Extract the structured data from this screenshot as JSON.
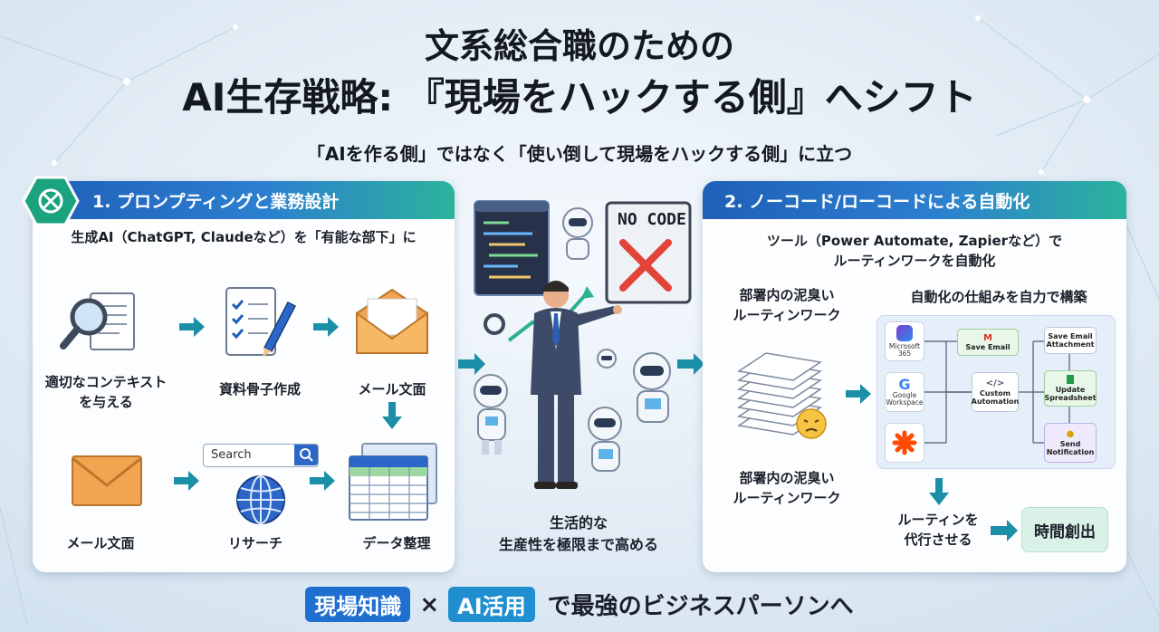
{
  "title": {
    "line1": "文系総合職のための",
    "line2": "AI生存戦略: 『現場をハックする側』へシフト",
    "subtitle": "「AIを作る側」ではなく「使い倒して現場をハックする側」に立つ"
  },
  "panel1": {
    "header": "1. プロンプティングと業務設計",
    "intro": "生成AI（ChatGPT, Claudeなど）を「有能な部下」に",
    "items": [
      {
        "label": "適切なコンテキスト\nを与える",
        "icon": "magnifier-document-icon"
      },
      {
        "label": "資料骨子作成",
        "icon": "checklist-pencil-icon"
      },
      {
        "label": "メール文面",
        "icon": "open-envelope-icon"
      },
      {
        "label": "メール文面",
        "icon": "envelope-icon"
      },
      {
        "label": "リサーチ",
        "icon": "globe-search-icon"
      },
      {
        "label": "データ整理",
        "icon": "spreadsheet-icon"
      }
    ],
    "search_placeholder": "Search"
  },
  "center": {
    "no_code_sign": "NO CODE",
    "caption_line1": "生活的な",
    "caption_line2": "生産性を極限まで高める"
  },
  "panel2": {
    "header": "2. ノーコード/ローコードによる自動化",
    "intro_line1": "ツール（Power Automate, Zapierなど）で",
    "intro_line2": "ルーティンワークを自動化",
    "left_label_top": "部署内の泥臭い\nルーティンワーク",
    "left_label_bottom": "部署内の泥臭い\nルーティンワーク",
    "flow_title": "自動化の仕組みを自力で構築",
    "services": [
      "Microsoft\n365",
      "Google\nWorkspace",
      ""
    ],
    "nodes": {
      "save_email": "Save Email",
      "custom": "Custom\nAutomation",
      "save_attachment": "Save Email\nAttachment",
      "update_sheet": "Update\nSpreadsheet",
      "send_notification": "Send\nNotification"
    },
    "delegate": "ルーティンを\n代行させる",
    "result": "時間創出"
  },
  "bottom": {
    "pill1": "現場知識",
    "times": "×",
    "pill2": "AI活用",
    "tail": "で最強のビジネスパーソンへ"
  },
  "colors": {
    "primary_blue": "#1f5fb8",
    "teal": "#2cb39c",
    "arrow_teal": "#1b8fa8",
    "envelope_orange": "#f3a451"
  }
}
